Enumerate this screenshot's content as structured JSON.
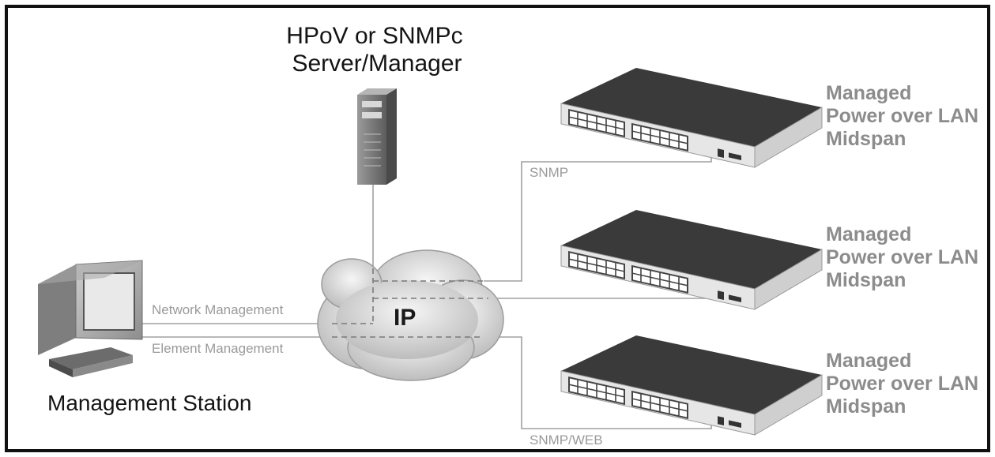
{
  "server": {
    "label_line1": "HPoV or SNMPc",
    "label_line2": "Server/Manager"
  },
  "station": {
    "label": "Management Station"
  },
  "cloud": {
    "label": "IP"
  },
  "links": {
    "network_management": "Network Management",
    "element_management": "Element Management",
    "snmp": "SNMP",
    "snmp_web": "SNMP/WEB"
  },
  "midspans": [
    {
      "line1": "Managed",
      "line2": "Power over LAN",
      "line3": "Midspan"
    },
    {
      "line1": "Managed",
      "line2": "Power over LAN",
      "line3": "Midspan"
    },
    {
      "line1": "Managed",
      "line2": "Power over LAN",
      "line3": "Midspan"
    }
  ],
  "colors": {
    "border": "#111111",
    "link_line": "#a0a0a0",
    "label_gray": "#8c8c8c",
    "device_dark": "#3a3a3a",
    "device_front": "#e6e6e6"
  }
}
